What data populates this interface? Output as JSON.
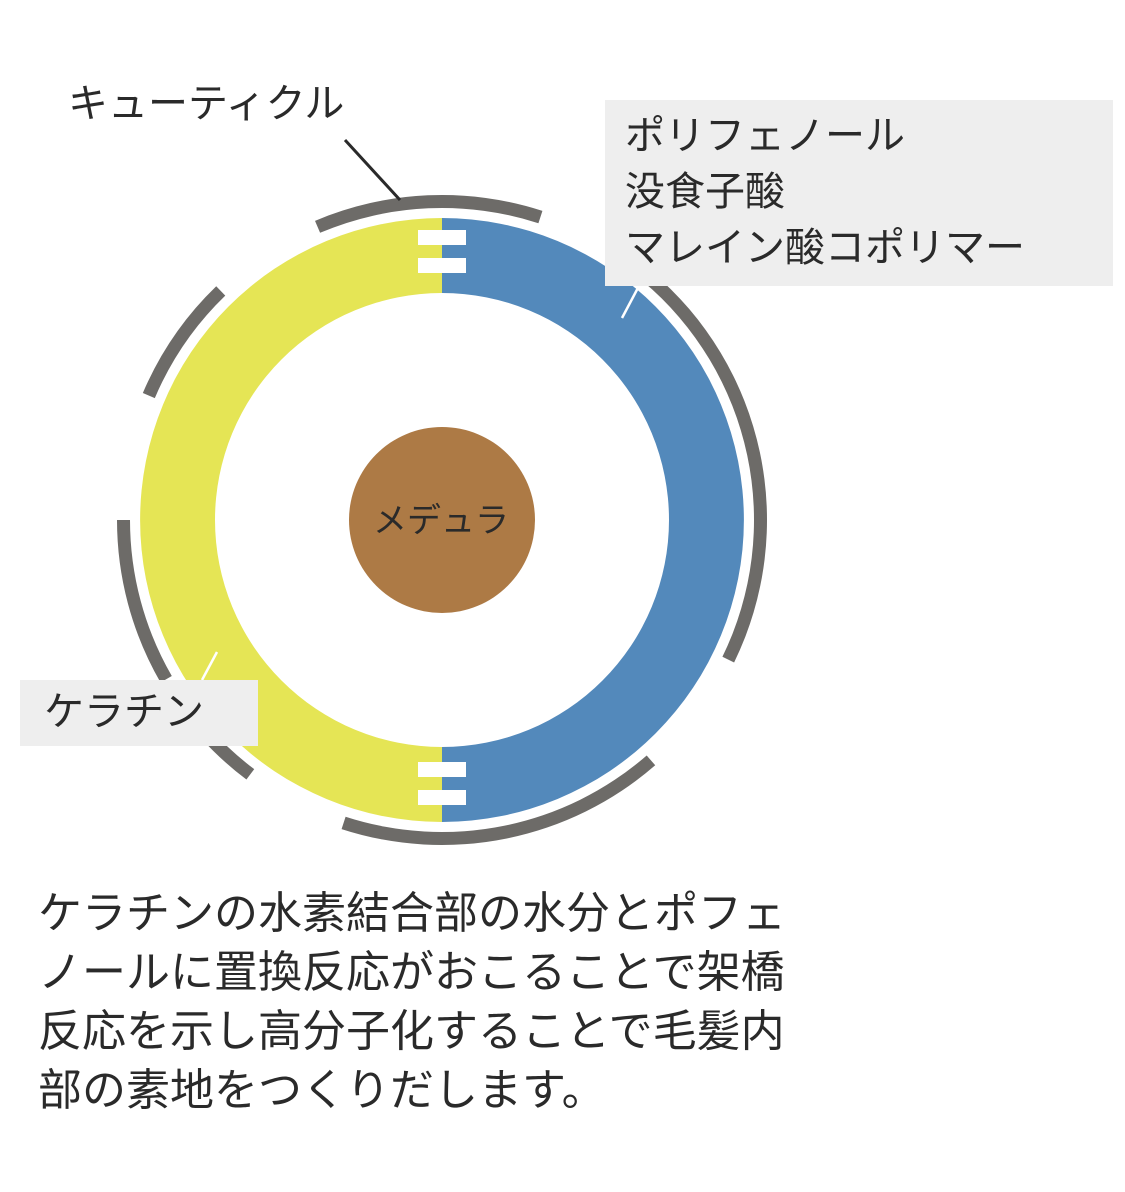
{
  "labels": {
    "cuticle": "キューティクル",
    "polyphenol_lines": [
      "ポリフェノール",
      "没食子酸",
      "マレイン酸コポリマー"
    ],
    "keratin": "ケラチン",
    "medulla": "メデュラ"
  },
  "description_lines": [
    "ケラチンの水素結合部の水分とポフェ",
    "ノールに置換反応がおこることで架橋",
    "反応を示し高分子化することで毛髪内",
    "部の素地をつくりだします。"
  ],
  "colors": {
    "keratin": "#e5e555",
    "polyphenol": "#5389bb",
    "medulla": "#ad7a45",
    "cuticle": "#6d6b68",
    "label_box": "#eeeeee"
  }
}
